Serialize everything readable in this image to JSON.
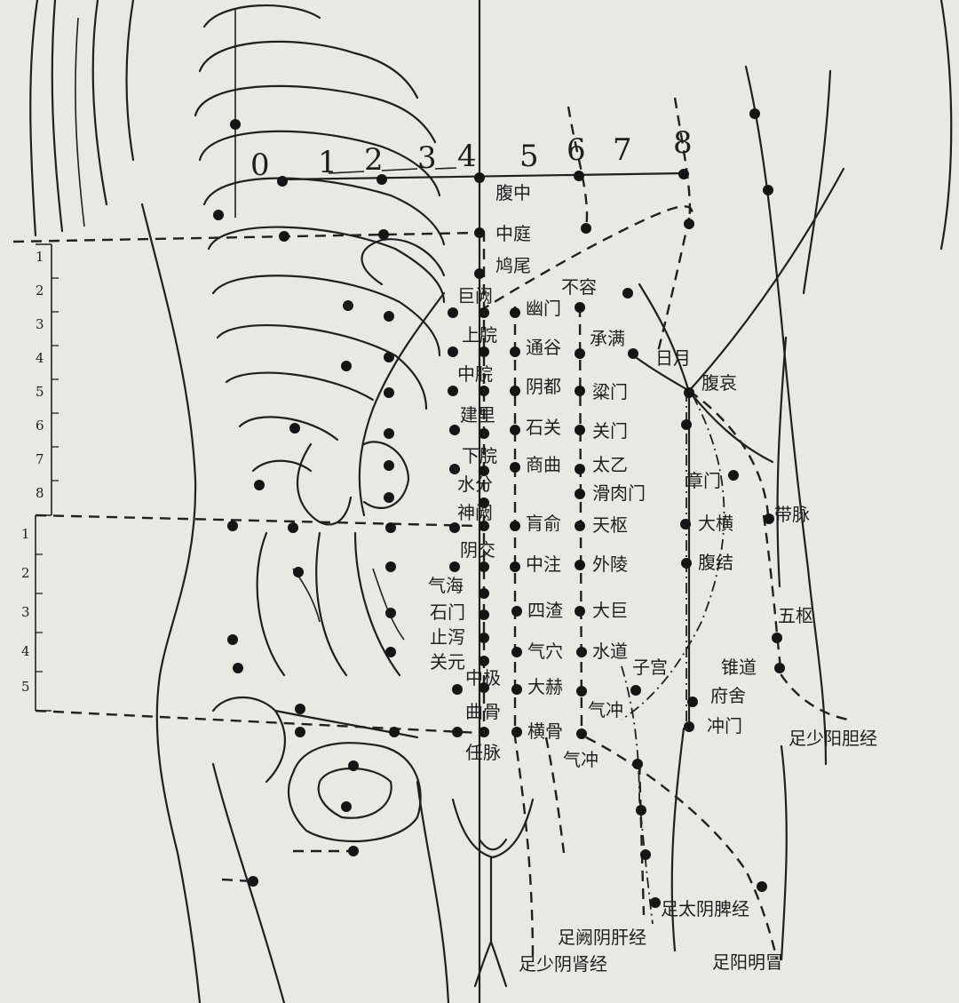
{
  "scale_numbers": [
    "0",
    "1",
    "2",
    "3",
    "4",
    "5",
    "6",
    "7",
    "8"
  ],
  "left_ticks_upper": [
    "1",
    "2",
    "3",
    "4",
    "5",
    "6",
    "7",
    "8"
  ],
  "left_ticks_lower": [
    "1",
    "2",
    "3",
    "4",
    "5"
  ],
  "points": {
    "danzhong": "腹中",
    "zhongting": "中庭",
    "jiuwei": "鸠尾",
    "juque": "巨阙",
    "shangwan": "上脘",
    "zhongwan": "中脘",
    "jianli": "建里",
    "xiawan": "下脘",
    "shuifen": "水分",
    "shenque": "神阙",
    "yinjiao": "阴交",
    "qihai": "气海",
    "shimen": "石门",
    "zhixie": "止泻",
    "guanyuan": "关元",
    "zhongji": "中极",
    "qugu": "曲骨",
    "renmai": "任脉",
    "youmen": "幽门",
    "tonggu": "通谷",
    "yindu": "阴都",
    "shiguan": "石关",
    "shangqu": "商曲",
    "huangshu": "肓俞",
    "zhongzhu": "中注",
    "siman": "四渣",
    "qixue": "气穴",
    "dahe": "大赫",
    "henggu": "横骨",
    "burong": "不容",
    "chengman": "承满",
    "liangmen": "粱门",
    "guanmen": "关门",
    "taiyi": "太乙",
    "huaroumen": "滑肉门",
    "tianshu": "天枢",
    "wailing": "外陵",
    "daju": "大巨",
    "shuidao": "水道",
    "qichong_a": "气冲",
    "qichong_b": "气冲",
    "zigong": "子宫",
    "riyue": "日月",
    "fuai": "腹哀",
    "zhangmen": "章门",
    "daheng": "大横",
    "fujie": "腹结",
    "daimai": "带脉",
    "wushu": "五枢",
    "weidao": "锥道",
    "fushe": "府舍",
    "chongmen": "冲门"
  },
  "meridians": {
    "gallbladder": "足少阳胆经",
    "spleen": "足太阴脾经",
    "liver": "足阙阴肝经",
    "kidney": "足少阴肾经",
    "stomach": "足阳明冒"
  }
}
